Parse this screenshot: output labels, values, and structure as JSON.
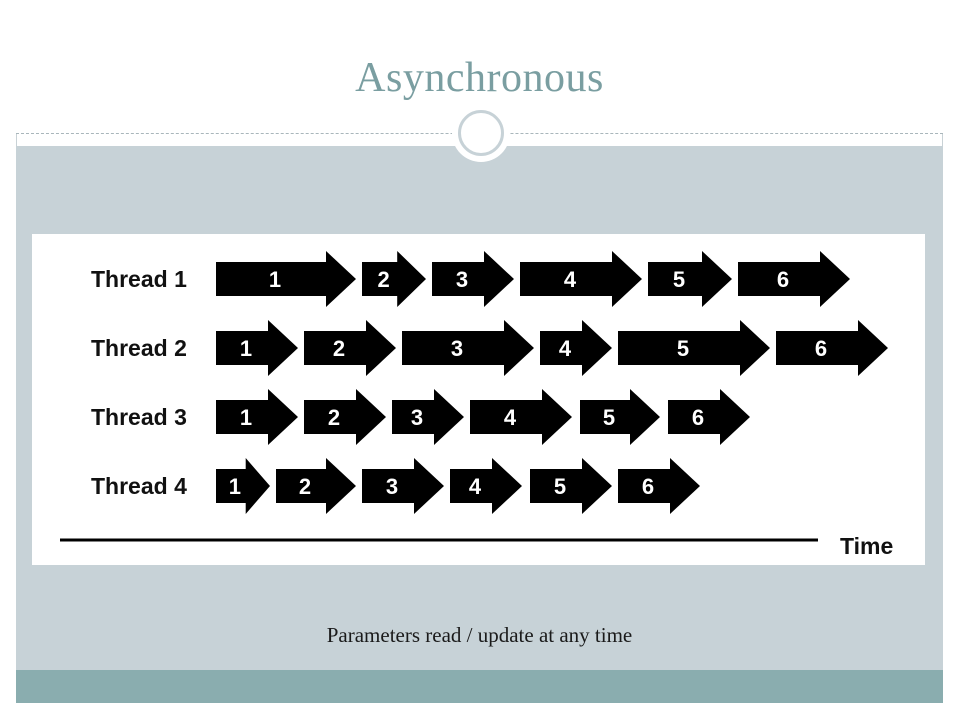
{
  "slide": {
    "title": "Asynchronous",
    "caption": "Parameters read / update at any time"
  },
  "colors": {
    "title": "#7a9ea1",
    "content_band": "#c7d2d7",
    "footer_band": "#8aadaf",
    "arrow_fill": "#000000",
    "arrow_text": "#ffffff"
  },
  "diagram": {
    "time_label": "Time",
    "threads": [
      {
        "label": "Thread 1",
        "steps": [
          "1",
          "2",
          "3",
          "4",
          "5",
          "6"
        ]
      },
      {
        "label": "Thread 2",
        "steps": [
          "1",
          "2",
          "3",
          "4",
          "5",
          "6"
        ]
      },
      {
        "label": "Thread 3",
        "steps": [
          "1",
          "2",
          "3",
          "4",
          "5",
          "6"
        ]
      },
      {
        "label": "Thread 4",
        "steps": [
          "1",
          "2",
          "3",
          "4",
          "5",
          "6"
        ]
      }
    ]
  }
}
